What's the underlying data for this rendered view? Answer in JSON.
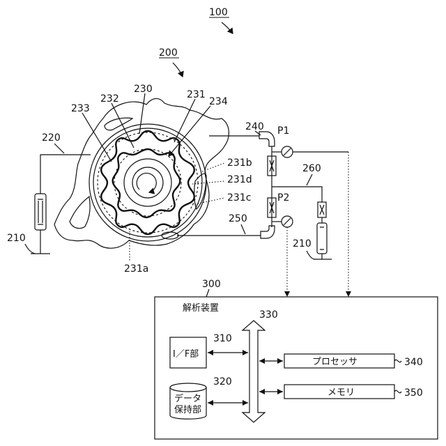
{
  "labels": {
    "system": "100",
    "pump": "200",
    "housing": "230",
    "outer_rotor": "231",
    "tooth_a": "231a",
    "tooth_b": "231b",
    "tooth_c": "231c",
    "tooth_d": "231d",
    "inner_rotor": "232",
    "chamber": "233",
    "gear": "234",
    "sensor": "210",
    "sensor_right": "210",
    "mount": "220",
    "inlet_pipe": "240",
    "outlet_pipe": "250",
    "bypass": "260",
    "p1": "P1",
    "p2": "P2"
  },
  "device": {
    "ref": "300",
    "title": "解析装置",
    "bus_ref": "330",
    "if_ref": "310",
    "if_label": "I／F部",
    "storage_ref": "320",
    "storage_line1": "データ",
    "storage_line2": "保持部",
    "processor_ref": "340",
    "processor_label": "プロセッサ",
    "memory_ref": "350",
    "memory_label": "メモリ"
  }
}
